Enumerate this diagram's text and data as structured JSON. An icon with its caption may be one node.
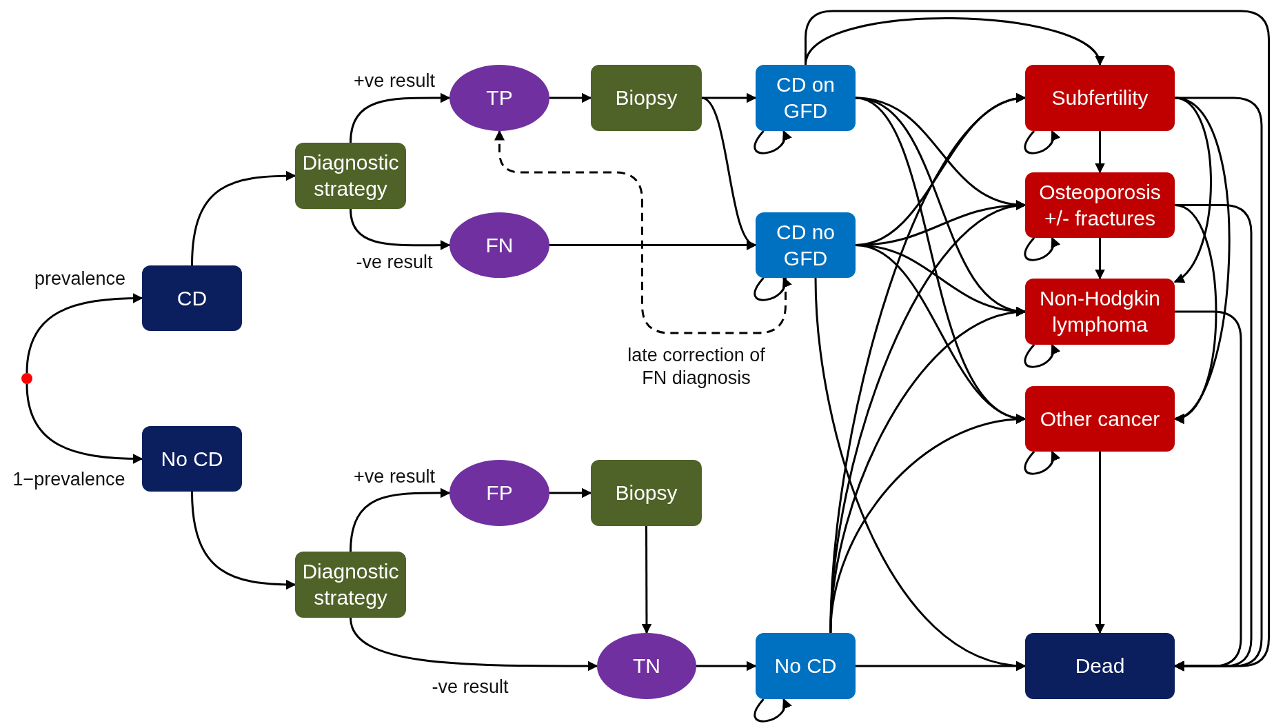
{
  "diagram": {
    "nodes": [
      {
        "text": [],
        "shape": "circle"
      },
      {
        "text": [
          "CD"
        ]
      },
      {
        "text": [
          "No CD"
        ]
      },
      {
        "text": [
          "Diagnostic strategy"
        ]
      },
      {
        "text": [
          "TP"
        ]
      },
      {
        "text": [
          "FN"
        ]
      },
      {
        "text": [
          "Biopsy"
        ]
      },
      {
        "text": [
          "CD on GFD"
        ]
      },
      {
        "text": [
          "CD no GFD"
        ]
      },
      {
        "text": [
          "Diagnostic strategy"
        ]
      },
      {
        "text": [
          "FP"
        ]
      },
      {
        "text": [
          "Biopsy"
        ]
      },
      {
        "text": [
          "TN"
        ]
      },
      {
        "text": [
          "No CD"
        ]
      },
      {
        "text": [
          "Subfertility"
        ]
      },
      {
        "text": [
          "Osteoporosis +/- fractures"
        ]
      },
      {
        "text": [
          "Non-Hodgkin lymphoma"
        ]
      },
      {
        "text": [
          "Other cancer"
        ]
      },
      {
        "text": [
          "Dead"
        ]
      }
    ],
    "edges": [
      {
        "from": 0,
        "to": 1,
        "arrow": "to",
        "label": "prevalence"
      },
      {
        "from": 0,
        "to": 2,
        "arrow": "to",
        "label": "1−prevalence"
      },
      {
        "from": 1,
        "to": 3,
        "arrow": "to"
      },
      {
        "from": 3,
        "to": 4,
        "arrow": "to",
        "label": "+ve result"
      },
      {
        "from": 3,
        "to": 5,
        "arrow": "to",
        "label": "-ve result"
      },
      {
        "from": 2,
        "to": 9,
        "arrow": "to"
      },
      {
        "from": 9,
        "to": 10,
        "arrow": "to",
        "label": "+ve result"
      },
      {
        "from": 9,
        "to": 12,
        "arrow": "to",
        "label": "-ve result"
      },
      {
        "from": 4,
        "to": 6,
        "arrow": "to"
      },
      {
        "from": 6,
        "to": 7,
        "arrow": "to"
      },
      {
        "from": 6,
        "to": 8,
        "arrow": "to"
      },
      {
        "from": 5,
        "to": 8,
        "arrow": "to"
      },
      {
        "from": 8,
        "to": 4,
        "arrow": "to",
        "style": "dashed",
        "label": "late correction of FN diagnosis"
      },
      {
        "from": 10,
        "to": 11,
        "arrow": "to"
      },
      {
        "from": 11,
        "to": 12,
        "arrow": "to"
      },
      {
        "from": 12,
        "to": 13,
        "arrow": "to"
      },
      {
        "from": 7,
        "to": 7,
        "arrow": "to"
      },
      {
        "from": 8,
        "to": 8,
        "arrow": "to"
      },
      {
        "from": 13,
        "to": 13,
        "arrow": "to"
      },
      {
        "from": 7,
        "to": 14,
        "arrow": "to"
      },
      {
        "from": 7,
        "to": 15,
        "arrow": "to"
      },
      {
        "from": 7,
        "to": 16,
        "arrow": "to"
      },
      {
        "from": 7,
        "to": 17,
        "arrow": "to"
      },
      {
        "from": 7,
        "to": 18,
        "arrow": "to"
      },
      {
        "from": 8,
        "to": 14,
        "arrow": "to"
      },
      {
        "from": 8,
        "to": 15,
        "arrow": "to"
      },
      {
        "from": 8,
        "to": 16,
        "arrow": "to"
      },
      {
        "from": 8,
        "to": 17,
        "arrow": "to"
      },
      {
        "from": 8,
        "to": 18,
        "arrow": "to"
      },
      {
        "from": 13,
        "to": 14,
        "arrow": "to"
      },
      {
        "from": 13,
        "to": 15,
        "arrow": "to"
      },
      {
        "from": 13,
        "to": 16,
        "arrow": "to"
      },
      {
        "from": 13,
        "to": 17,
        "arrow": "to"
      },
      {
        "from": 13,
        "to": 18,
        "arrow": "to"
      },
      {
        "from": 14,
        "to": 14,
        "arrow": "to"
      },
      {
        "from": 15,
        "to": 15,
        "arrow": "to"
      },
      {
        "from": 16,
        "to": 16,
        "arrow": "to"
      },
      {
        "from": 17,
        "to": 17,
        "arrow": "to"
      },
      {
        "from": 14,
        "to": 15,
        "arrow": "to"
      },
      {
        "from": 14,
        "to": 16,
        "arrow": "to"
      },
      {
        "from": 14,
        "to": 17,
        "arrow": "to"
      },
      {
        "from": 14,
        "to": 18,
        "arrow": "to"
      },
      {
        "from": 15,
        "to": 16,
        "arrow": "to"
      },
      {
        "from": 15,
        "to": 17,
        "arrow": "to"
      },
      {
        "from": 15,
        "to": 18,
        "arrow": "to"
      },
      {
        "from": 16,
        "to": 18,
        "arrow": "to"
      },
      {
        "from": 17,
        "to": 18,
        "arrow": "to"
      }
    ]
  }
}
